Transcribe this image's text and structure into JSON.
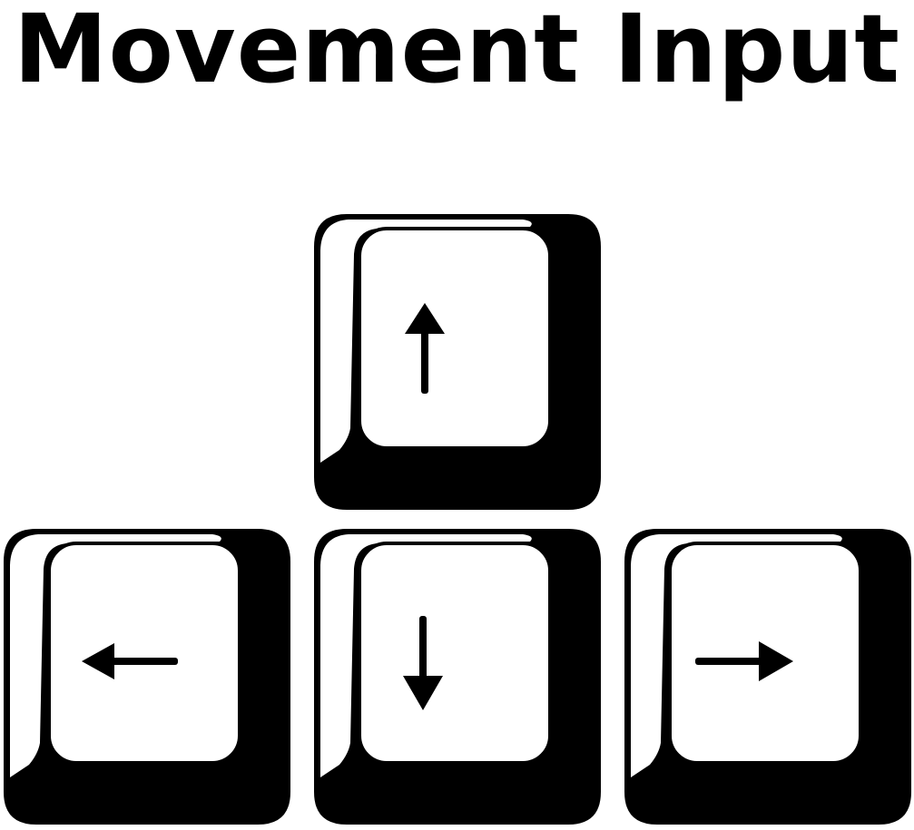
{
  "title": "Movement Input",
  "colors": {
    "key_body": "#000000",
    "key_face": "#ffffff",
    "arrow": "#000000",
    "background": "#ffffff"
  },
  "keys": [
    {
      "name": "up",
      "icon": "arrow-up-icon"
    },
    {
      "name": "left",
      "icon": "arrow-left-icon"
    },
    {
      "name": "down",
      "icon": "arrow-down-icon"
    },
    {
      "name": "right",
      "icon": "arrow-right-icon"
    }
  ]
}
